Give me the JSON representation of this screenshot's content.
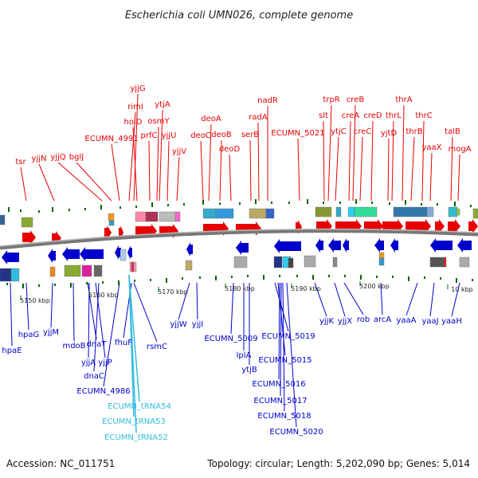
{
  "title": "Escherichia coli UMN026, complete genome",
  "accession_text": "Accession: NC_011751",
  "footer_text": "Topology: circular; Length: 5,202,090 bp; Genes: 5,014",
  "colors": {
    "forward": "#e60000",
    "reverse": "#0000cc",
    "rna": "#33bbdd",
    "backbone": "#888888",
    "tick": "#006600"
  },
  "ruler": [
    "5150 kbp",
    "5160 kbp",
    "5170 kbp",
    "5180 kbp",
    "5190 kbp",
    "5200 kbp",
    "10 kbp"
  ],
  "forward_labels": [
    "tsr",
    "yjjN",
    "yjjQ",
    "bglJ",
    "ECUMN_4991",
    "rimI",
    "yjjG",
    "holD",
    "prfC",
    "osmY",
    "ytjA",
    "yjjU",
    "yjjV",
    "deoC",
    "deoA",
    "deoB",
    "deoD",
    "serB",
    "radA",
    "nadR",
    "ECUMN_5021",
    "slt",
    "trpR",
    "ytjC",
    "creA",
    "creB",
    "creC",
    "creD",
    "yjtD",
    "thrL",
    "thrA",
    "thrB",
    "thrC",
    "yaaX",
    "talB",
    "mogA"
  ],
  "reverse_labels": [
    "hpaE",
    "hpaG",
    "yjjM",
    "mdoB",
    "dnaT",
    "yjjA",
    "yjjP",
    "dnaC",
    "ECUMN_4986",
    "fhuF",
    "rsmC",
    "yjjW",
    "yjjI",
    "ECUMN_5009",
    "lplA",
    "ytjB",
    "ECUMN_5019",
    "ECUMN_5015",
    "ECUMN_5016",
    "ECUMN_5017",
    "ECUMN_5018",
    "ECUMN_5020",
    "yjjK",
    "yjjX",
    "rob",
    "arcA",
    "yaaA",
    "yaaJ",
    "yaaH"
  ],
  "rna_labels": [
    "ECUMN_tRNA54",
    "ECUMN_tRNA53",
    "ECUMN_tRNA52"
  ]
}
